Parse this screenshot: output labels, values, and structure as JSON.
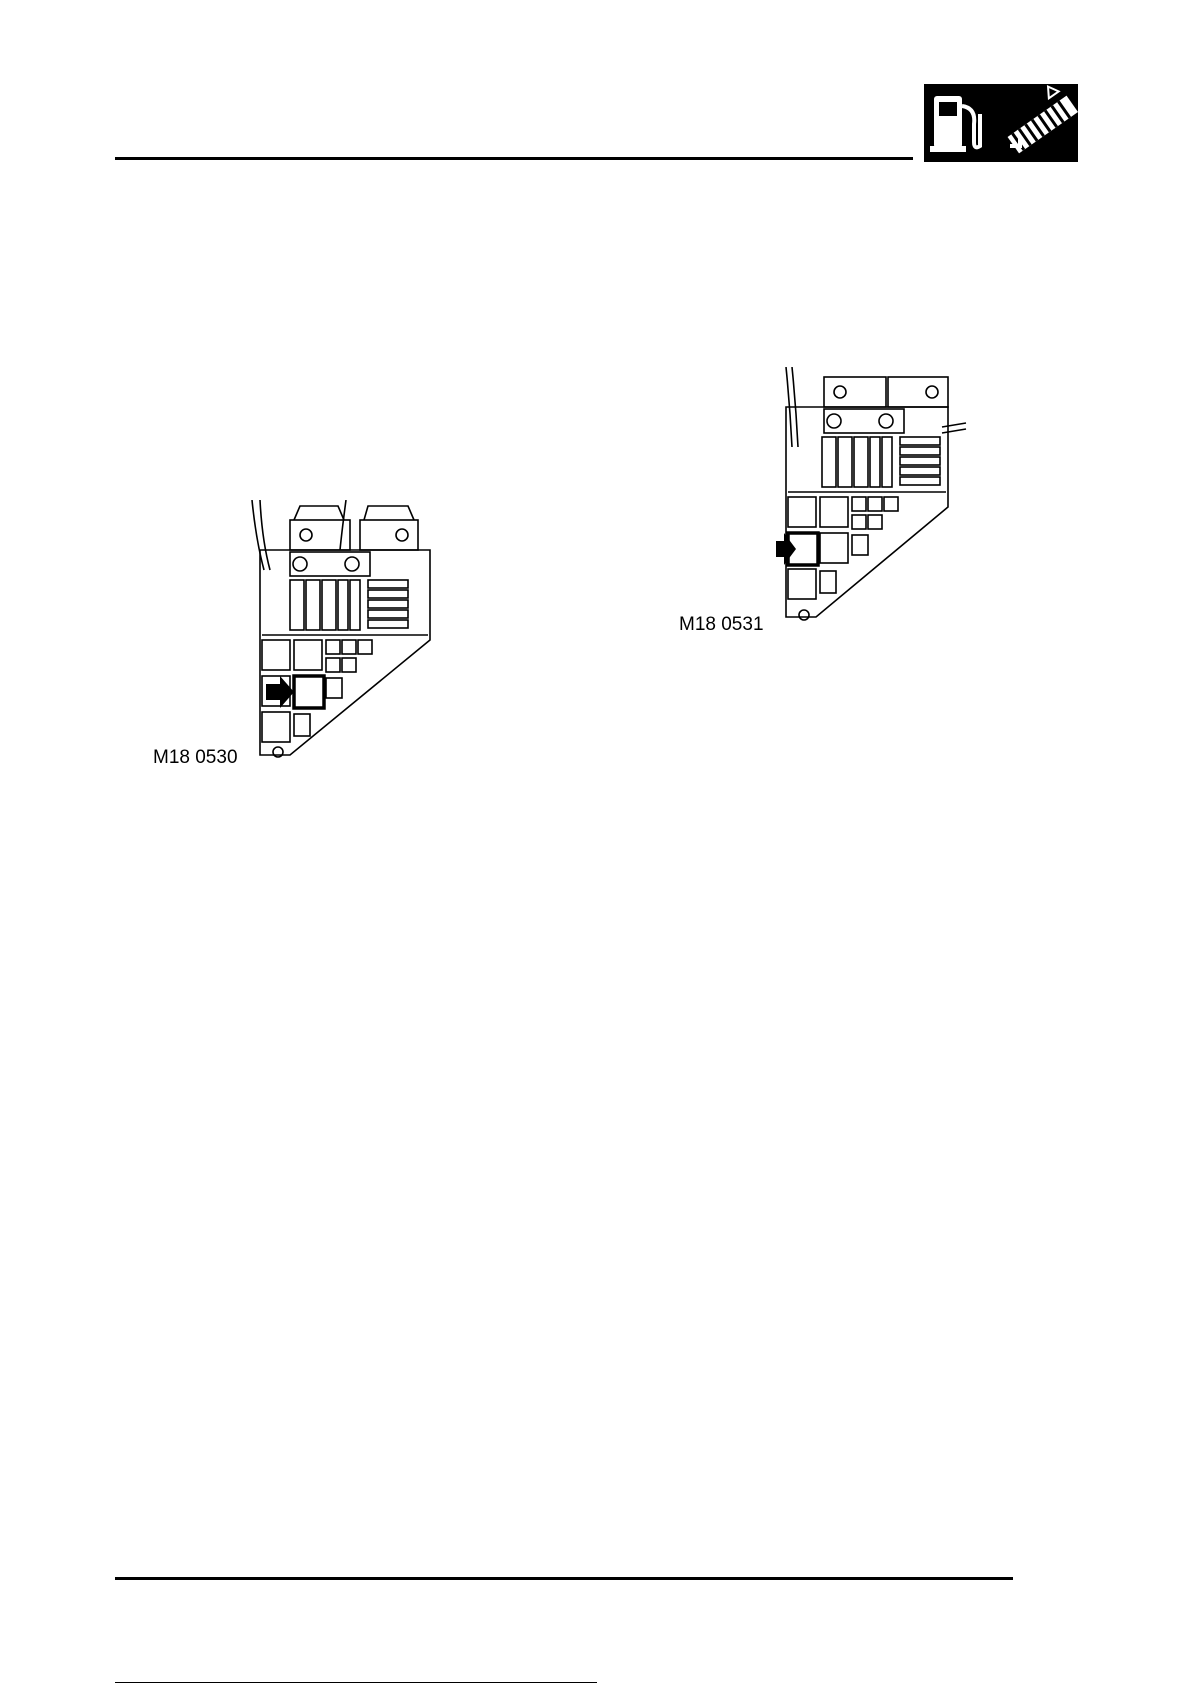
{
  "header": {
    "section_icon": "fuel-pump-and-exhaust-icon"
  },
  "figures": [
    {
      "label": "M18 0530",
      "image": "fuse-box-illustration",
      "indicator": "arrow-icon"
    },
    {
      "label": "M18 0531",
      "image": "fuse-box-illustration",
      "indicator": "arrow-icon"
    }
  ]
}
